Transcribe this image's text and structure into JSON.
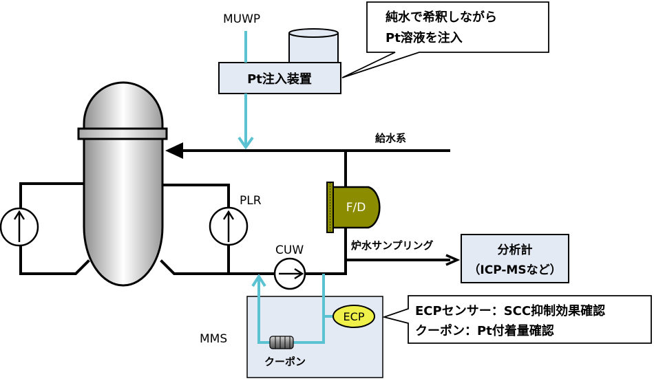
{
  "diagram": {
    "labels": {
      "muwp": "MUWP",
      "pt_injector": "Pt注入装置",
      "callout_top_line1": "純水で希釈しながら",
      "callout_top_line2": "Pt溶液を注入",
      "feedwater": "給水系",
      "plr": "PLR",
      "fd": "F/D",
      "cuw": "CUW",
      "sampling": "炉水サンプリング",
      "analyzer_line1": "分析計",
      "analyzer_line2": "（ICP-MSなど）",
      "mms": "MMS",
      "ecp": "ECP",
      "coupon": "クーポン",
      "callout_bottom_line1": "ECPセンサー：SCC抑制効果確認",
      "callout_bottom_line2": "クーポン：Pt付着量確認"
    },
    "colors": {
      "injection_line": "#5bc2d2",
      "box_fill": "#e4eaf4",
      "filter_demineralizer": "#8c8c00",
      "ecp_sensor": "#f0f04a"
    }
  }
}
